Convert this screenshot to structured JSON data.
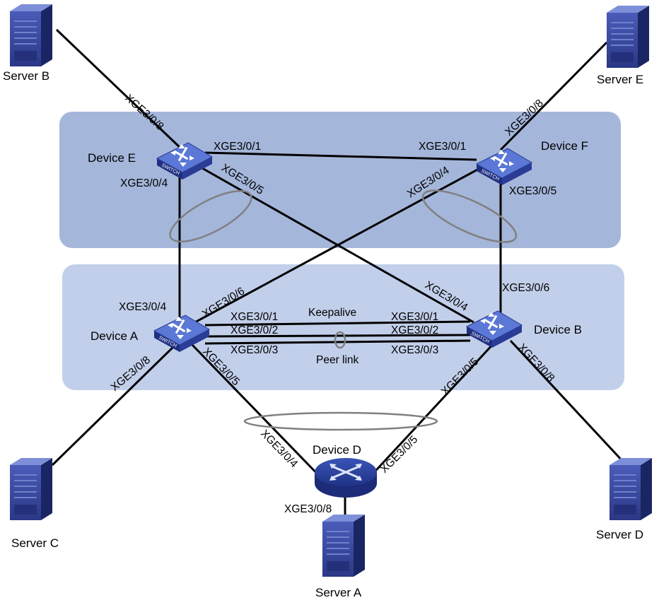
{
  "colors": {
    "panel_top": "#a5b6db",
    "panel_bottom": "#c2cfea",
    "switch_face": "#3d55b8",
    "switch_top": "#5b78d6",
    "server_body": "#3b4ea8",
    "router_face": "#4f6ac8",
    "link": "#000000",
    "aggregation_ring": "#808080"
  },
  "devices": {
    "device_e": "Device E",
    "device_f": "Device F",
    "device_a": "Device A",
    "device_b": "Device B",
    "device_d": "Device D",
    "switch_text": "SWITCH"
  },
  "servers": {
    "server_a": "Server A",
    "server_b": "Server B",
    "server_c": "Server C",
    "server_d": "Server D",
    "server_e": "Server E"
  },
  "ports": {
    "e_to_server_b": "XGE3/0/8",
    "e_to_f": "XGE3/0/1",
    "e_to_a": "XGE3/0/4",
    "e_to_b": "XGE3/0/5",
    "f_to_e": "XGE3/0/1",
    "f_to_server_e": "XGE3/0/8",
    "f_to_a": "XGE3/0/4",
    "f_to_b": "XGE3/0/5",
    "a_to_e": "XGE3/0/4",
    "a_to_f": "XGE3/0/6",
    "a_keepalive": "XGE3/0/1",
    "a_peer_1": "XGE3/0/2",
    "a_peer_2": "XGE3/0/3",
    "a_to_server_c": "XGE3/0/8",
    "a_to_d": "XGE3/0/5",
    "b_to_e": "XGE3/0/4",
    "b_to_f": "XGE3/0/6",
    "b_keepalive": "XGE3/0/1",
    "b_peer_1": "XGE3/0/2",
    "b_peer_2": "XGE3/0/3",
    "b_to_d": "XGE3/0/5",
    "b_to_server_d": "XGE3/0/8",
    "d_to_a": "XGE3/0/4",
    "d_to_b": "XGE3/0/5",
    "d_to_server_a": "XGE3/0/8"
  },
  "links": {
    "keepalive": "Keepalive",
    "peer_link": "Peer link"
  }
}
